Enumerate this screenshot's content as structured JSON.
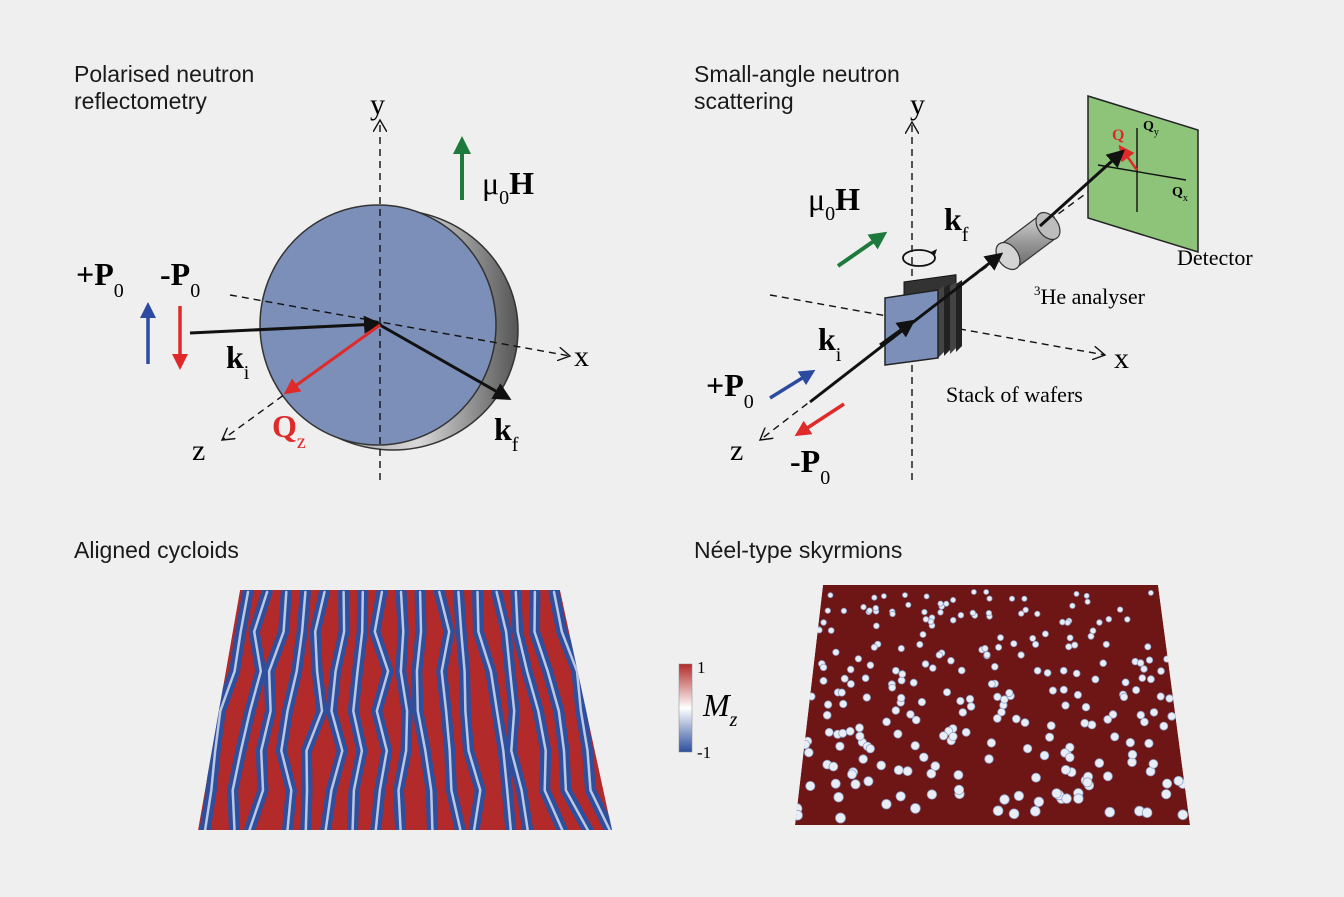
{
  "panels": {
    "pnr": {
      "title_line1": "Polarised neutron",
      "title_line2": "reflectometry",
      "axis_y": "y",
      "axis_x": "x",
      "axis_z": "z",
      "field_mu": "μ",
      "field_sub": "0",
      "field_H": "H",
      "pol_plus": "+P",
      "pol_minus": "-P",
      "pol_sub": "0",
      "k_label": "k",
      "ki_sub": "i",
      "kf_sub": "f",
      "q_label": "Q",
      "q_sub": "z"
    },
    "sans": {
      "title_line1": "Small-angle neutron",
      "title_line2": "scattering",
      "axis_y": "y",
      "axis_x": "x",
      "axis_z": "z",
      "field_mu": "μ",
      "field_sub": "0",
      "field_H": "H",
      "k_label": "k",
      "ki_sub": "i",
      "kf_sub": "f",
      "pol_plus": "+P",
      "pol_minus": "-P",
      "pol_sub": "0",
      "detector": "Detector",
      "analyser_sup": "3",
      "analyser": "He analyser",
      "stack": "Stack of wafers",
      "det_q": "Q",
      "det_qy": "Q",
      "det_qy_sub": "y",
      "det_qx": "Q",
      "det_qx_sub": "x"
    },
    "cycloids": {
      "title": "Aligned cycloids"
    },
    "skyrmions": {
      "title": "Néel-type skyrmions"
    }
  },
  "colorbar": {
    "max": "1",
    "min": "-1",
    "label": "M",
    "label_sub": "z",
    "colors": [
      "#b22a2a",
      "#ffffff",
      "#2d4f9e"
    ]
  },
  "colors": {
    "red": "#e02a2a",
    "blue": "#2b4aa0",
    "green": "#1e7a3c",
    "disk": "#7b8fb8",
    "detector": "#8ec37a",
    "skyrmion_bg": "#6e1515"
  }
}
